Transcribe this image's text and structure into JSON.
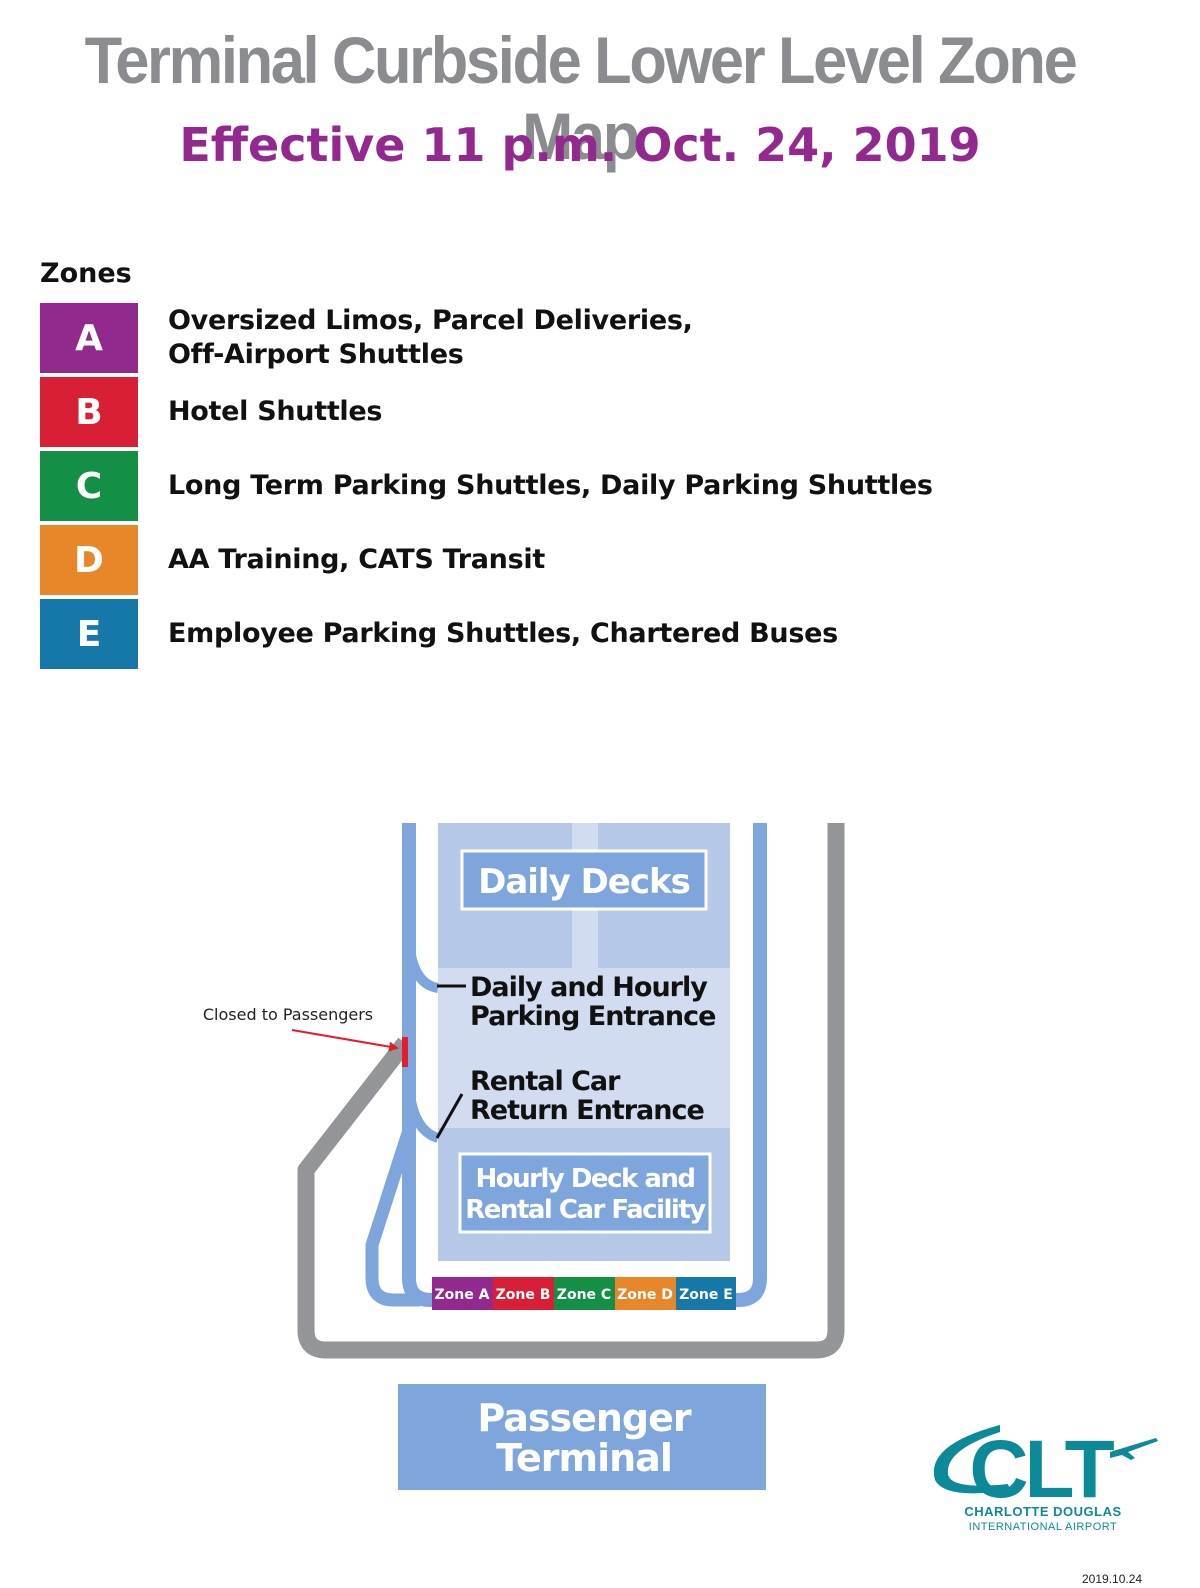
{
  "title": "Terminal Curbside Lower Level Zone Map",
  "subtitle": "Effective 11 p.m. Oct. 24, 2019",
  "legend": {
    "heading": "Zones",
    "zones": [
      {
        "letter": "A",
        "description": "Oversized Limos, Parcel Deliveries,\nOff-Airport Shuttles",
        "color": "#92298d"
      },
      {
        "letter": "B",
        "description": "Hotel Shuttles",
        "color": "#d81f36"
      },
      {
        "letter": "C",
        "description": "Long Term Parking Shuttles, Daily Parking Shuttles",
        "color": "#149046"
      },
      {
        "letter": "D",
        "description": "AA Training, CATS Transit",
        "color": "#e7872a"
      },
      {
        "letter": "E",
        "description": "Employee Parking Shuttles, Chartered Buses",
        "color": "#1678a9"
      }
    ]
  },
  "map": {
    "daily_decks_label": "Daily Decks",
    "daily_hourly_entrance": [
      "Daily and Hourly",
      "Parking Entrance"
    ],
    "rental_return_entrance": [
      "Rental Car",
      "Return Entrance"
    ],
    "hourly_deck_label": [
      "Hourly Deck and",
      "Rental Car Facility"
    ],
    "closed_label": "Closed to Passengers",
    "zone_strip": [
      "Zone A",
      "Zone B",
      "Zone C",
      "Zone D",
      "Zone E"
    ],
    "terminal_label": [
      "Passenger",
      "Terminal"
    ],
    "colors": {
      "road_blue": "#7ea6dc",
      "road_gray": "#939598",
      "facility_light": "#d2dcf0",
      "facility_mid": "#b6c8e8",
      "label_box": "#7ea6dc",
      "closed_marker": "#e01e2d"
    }
  },
  "logo": {
    "name": "CLT",
    "line1": "CHARLOTTE DOUGLAS",
    "line2": "INTERNATIONAL AIRPORT",
    "color": "#0c8a97"
  },
  "date_stamp": "2019.10.24"
}
